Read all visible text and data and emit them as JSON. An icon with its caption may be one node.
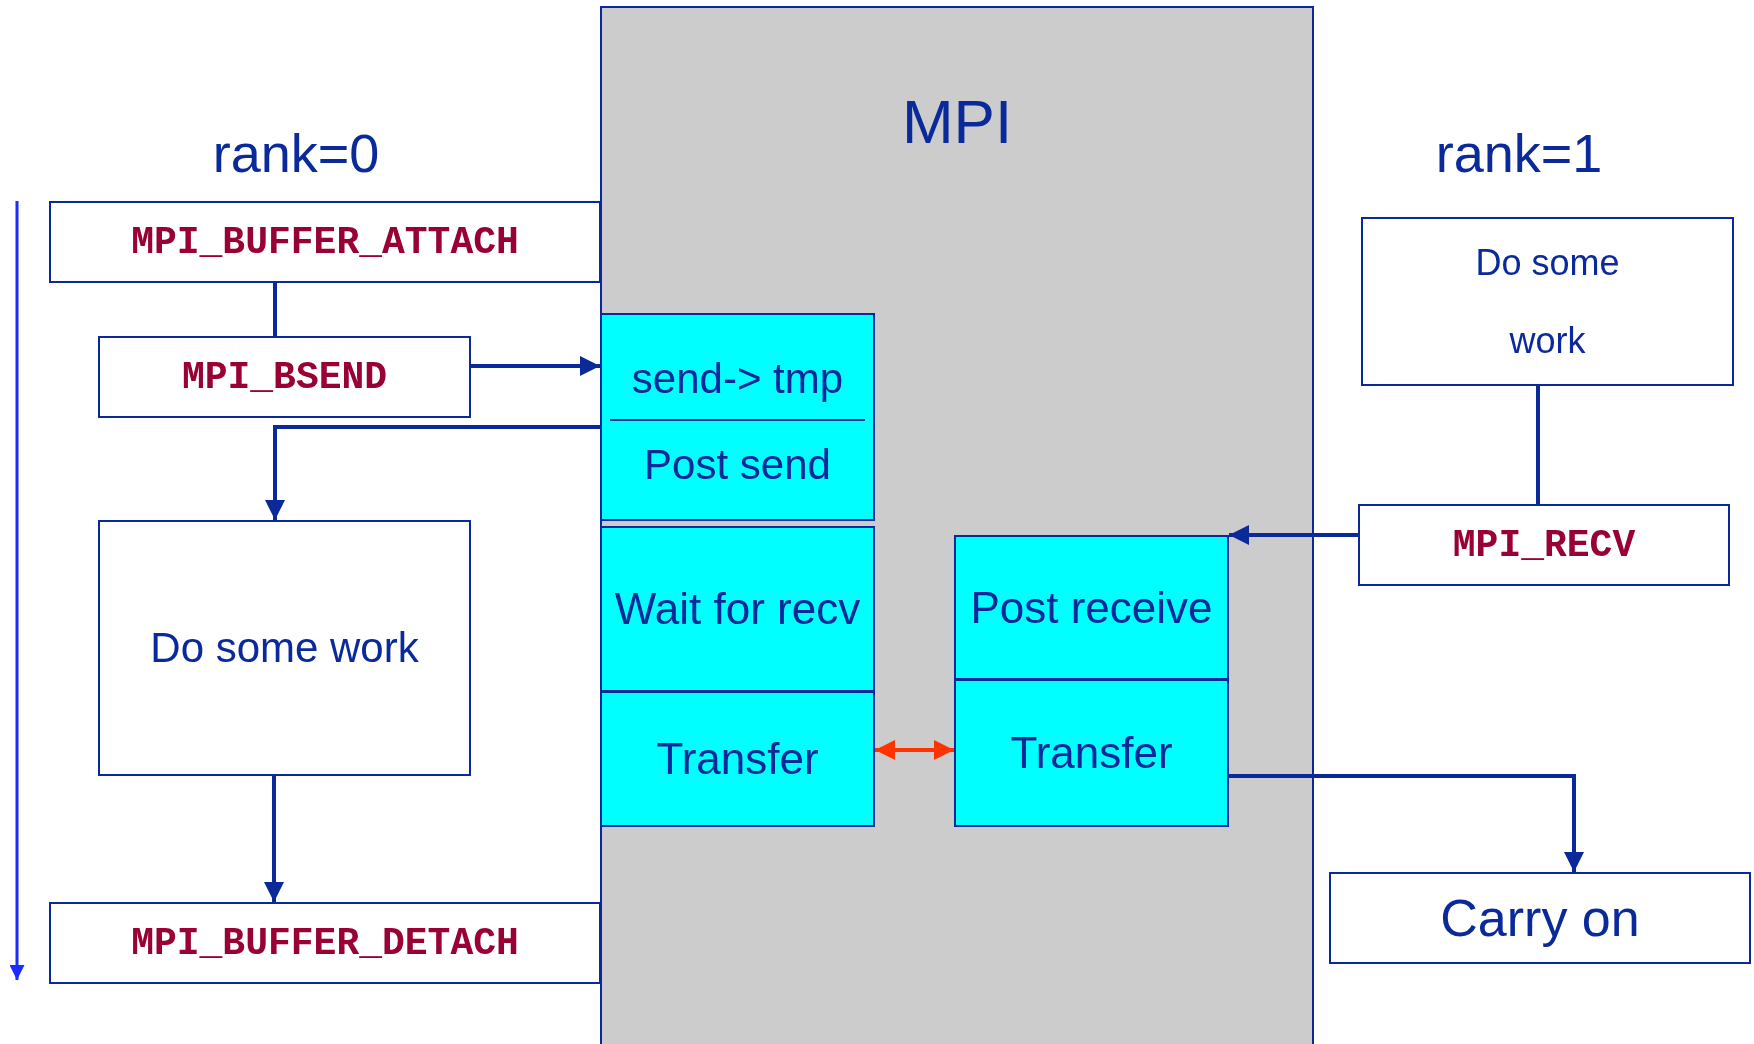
{
  "diagram": {
    "nodes": [
      {
        "text": [
          "MPI"
        ]
      },
      {
        "text": [
          "MPI_BUFFER_ATTACH"
        ]
      },
      {
        "text": [
          "MPI_BSEND"
        ]
      },
      {
        "text": [
          "send-> tmp",
          "Post send"
        ],
        "in": 0
      },
      {
        "text": [
          "Do some work"
        ]
      },
      {
        "text": [
          "Wait for recv"
        ],
        "in": 0
      },
      {
        "text": [
          "Transfer"
        ],
        "in": 0
      },
      {
        "text": [
          "MPI_BUFFER_DETACH"
        ]
      },
      {
        "text": [
          "Do some work"
        ]
      },
      {
        "text": [
          "MPI_RECV"
        ]
      },
      {
        "text": [
          "Post receive"
        ],
        "in": 0
      },
      {
        "text": [
          "Transfer"
        ],
        "in": 0
      },
      {
        "text": [
          "Carry on"
        ]
      }
    ],
    "edges": [
      {
        "from": 1,
        "to": 2,
        "arrow": "none"
      },
      {
        "from": 2,
        "to": 3,
        "arrow": "to"
      },
      {
        "from": 3,
        "to": 4,
        "arrow": "to"
      },
      {
        "from": 4,
        "to": 7,
        "arrow": "to"
      },
      {
        "from": 8,
        "to": 9,
        "arrow": "none"
      },
      {
        "from": 9,
        "to": 10,
        "arrow": "to"
      },
      {
        "from": 6,
        "to": 11,
        "arrow": "both",
        "color": "#ff3300"
      },
      {
        "from": 11,
        "to": 12,
        "arrow": "to"
      }
    ],
    "labels": [
      "rank=0",
      "rank=1"
    ]
  }
}
